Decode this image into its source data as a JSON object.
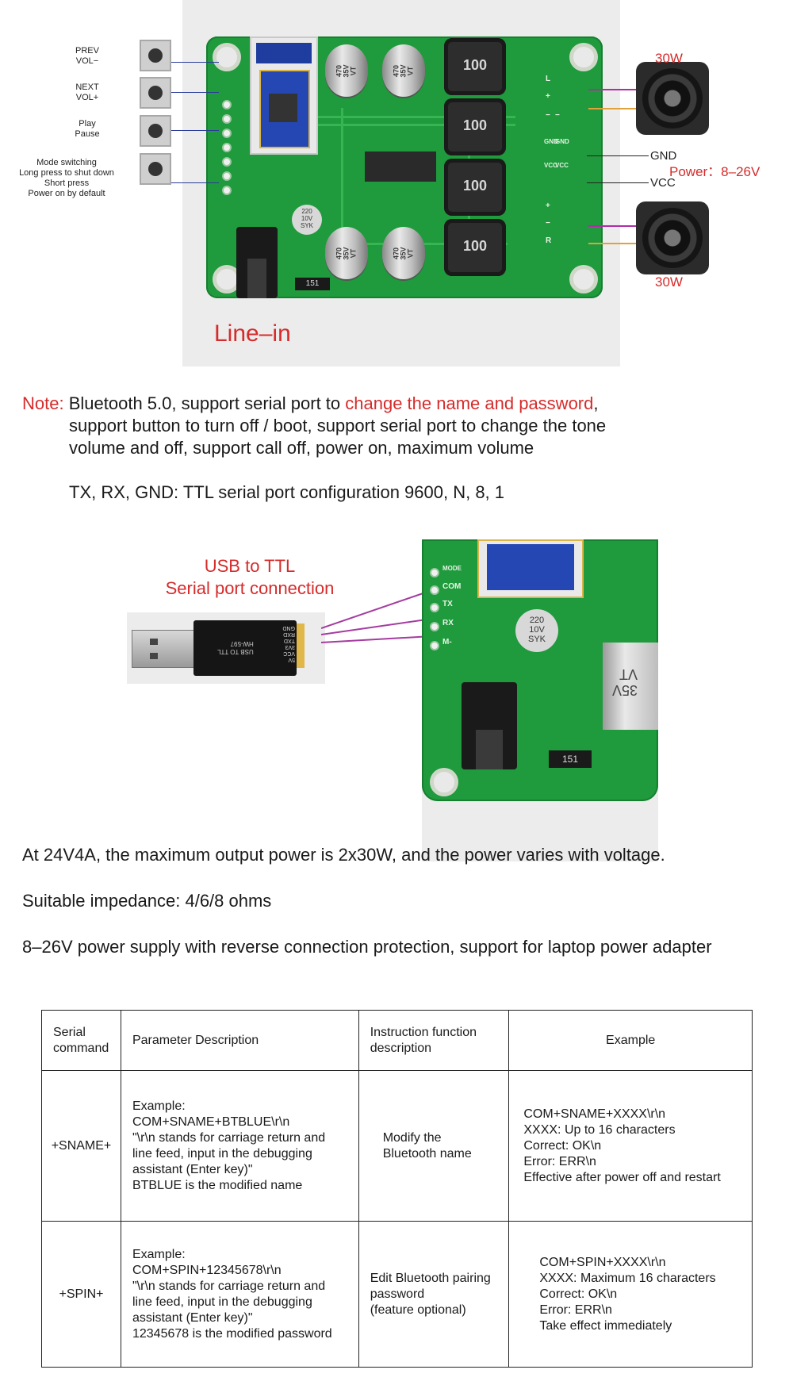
{
  "board": {
    "buttons": [
      {
        "label": "PREV\nVOL−"
      },
      {
        "label": "NEXT\nVOL+"
      },
      {
        "label": "Play\nPause"
      },
      {
        "label": "Mode switching\nLong press to shut down\nShort press\nPower on by default"
      }
    ],
    "caps_top": [
      "470\n35V\nVT",
      "470\n35V\nVT"
    ],
    "caps_bottom": [
      "470\n35V\nVT",
      "470\n35V\nVT"
    ],
    "small_cap": "220\n10V\nSYK",
    "inductors": [
      "100",
      "100",
      "100",
      "100"
    ],
    "resistor": "151",
    "speaker_top_label": "30W",
    "speaker_bottom_label": "30W",
    "gnd_label": "GND",
    "vcc_label": "VCC",
    "power_label": "Power：8–26V",
    "line_in_label": "Line–in",
    "board_pin_labels": [
      "L",
      "+",
      "−",
      "−",
      "GND",
      "GND",
      "VCC",
      "VCC",
      "+",
      "−",
      "R"
    ],
    "module_pin_labels": [
      "MODE",
      "COM",
      "TX",
      "RX",
      "M-"
    ]
  },
  "note": {
    "prefix": "Note:",
    "line1_a": "Bluetooth 5.0, support serial port to ",
    "line1_red": "change the name and password",
    "line1_b": ",",
    "line2": "support button to turn off / boot, support serial port to change the tone",
    "line3": "volume and off, support call off, power on, maximum volume",
    "serial_config": "TX, RX, GND: TTL serial port configuration 9600, N, 8, 1"
  },
  "usb": {
    "title_line1": "USB to TTL",
    "title_line2": "Serial port connection",
    "usb_pins": [
      "GND",
      "RXD",
      "TXD",
      "3V3",
      "VCC",
      "5V"
    ],
    "usb_text": "USB TO TTL\nHW-597",
    "module_pins": [
      "MODE",
      "COM",
      "TX",
      "RX",
      "M-"
    ],
    "cap_label": "220\n10V\nSYK",
    "big_cap_label": "35V\nVT",
    "resistor": "151"
  },
  "specs": {
    "power": "At 24V4A, the maximum output power is 2x30W, and the power varies with voltage.",
    "impedance": "Suitable impedance: 4/6/8 ohms",
    "supply": "8–26V power supply with reverse connection protection, support for laptop power adapter"
  },
  "table": {
    "headers": [
      "Serial\ncommand",
      "Parameter Description",
      "Instruction function\n description",
      "Example"
    ],
    "rows": [
      {
        "command": "+SNAME+",
        "param": "Example:\n COM+SNAME+BTBLUE\\r\\n\n\"\\r\\n stands for carriage return and\n line feed, input in the debugging\nassistant (Enter key)\"\nBTBLUE is the modified name",
        "function": "Modify the\nBluetooth name",
        "example": "COM+SNAME+XXXX\\r\\n\nXXXX: Up to 16 characters\nCorrect: OK\\n\nError: ERR\\n\nEffective after power off and restart"
      },
      {
        "command": "+SPIN+",
        "param": "Example:\nCOM+SPIN+12345678\\r\\n\n\"\\r\\n stands for carriage return and\n line feed, input in the debugging\n assistant (Enter key)\"\n12345678 is the modified password",
        "function": "Edit Bluetooth pairing\n password\n(feature optional)",
        "example": "COM+SPIN+XXXX\\r\\n\nXXXX: Maximum 16 characters\nCorrect: OK\\n\nError: ERR\\n\nTake effect immediately"
      }
    ]
  }
}
